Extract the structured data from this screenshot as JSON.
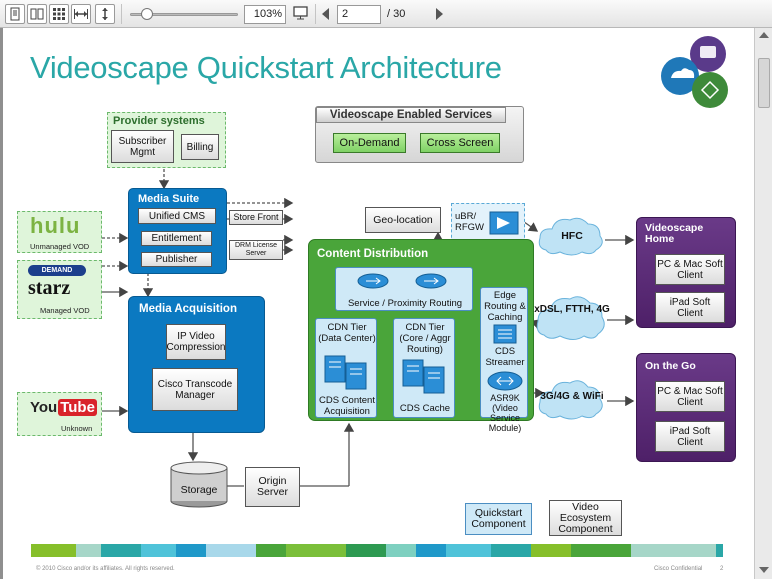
{
  "toolbar": {
    "zoom_value": "103%",
    "page_value": "2",
    "page_total": "/ 30"
  },
  "slide": {
    "title": "Videoscape Quickstart Architecture",
    "provider_systems": {
      "title": "Provider systems",
      "subscriber_mgmt": "Subscriber Mgmt",
      "billing": "Billing"
    },
    "enabled_services": {
      "title": "Videoscape Enabled Services",
      "on_demand": "On-Demand",
      "cross_screen": "Cross Screen"
    },
    "media_suite": {
      "title": "Media Suite",
      "unified_cms": "Unified CMS",
      "entitlement": "Entitlement",
      "publisher": "Publisher"
    },
    "store_front": "Store Front",
    "drm_license_server": "DRM License Server",
    "hulu": {
      "logo": "hulu",
      "caption": "Unmanaged VOD"
    },
    "starz": {
      "badge": "DEMAND",
      "logo": "starz",
      "caption": "Managed VOD"
    },
    "youtube": {
      "logo_you": "You",
      "logo_tube": "Tube",
      "caption": "Unknown"
    },
    "media_acquisition": {
      "title": "Media Acquisition",
      "ip_video_compression": "IP Video Compression",
      "transcode_manager": "Cisco Transcode Manager"
    },
    "storage": "Storage",
    "origin_server": "Origin Server",
    "geo_location": "Geo-location",
    "ubr_rfgw": "uBR/ RFGW",
    "content_distribution": {
      "title": "Content Distribution",
      "service_routing": "Service / Proximity Routing",
      "cdn_tier_dc": "CDN Tier (Data Center)",
      "cds_content_acquisition": "CDS Content Acquisition",
      "cdn_tier_core": "CDN Tier (Core / Aggr Routing)",
      "cds_cache": "CDS Cache",
      "edge_routing": "Edge Routing & Caching",
      "cds_streamer": "CDS Streamer",
      "asr9k": "ASR9K (Video Service Module)"
    },
    "clouds": {
      "hfc": "HFC",
      "xdsl": "xDSL, FTTH, 4G",
      "g3g4": "3G/4G & WiFi"
    },
    "home": {
      "title": "Videoscape Home",
      "pc_mac": "PC & Mac Soft Client",
      "ipad": "iPad Soft Client"
    },
    "on_the_go": {
      "title": "On the Go",
      "pc_mac": "PC & Mac Soft Client",
      "ipad": "iPad Soft Client"
    },
    "legend": {
      "quickstart": "Quickstart Component",
      "ecosystem": "Video Ecosystem Component"
    },
    "footer": {
      "copyright": "© 2010 Cisco and/or its affiliates. All rights reserved.",
      "confidential": "Cisco Confidential",
      "page": "2"
    },
    "colors": {
      "title_teal": "#2aa7a7",
      "panel_blue": "#0b79c1",
      "panel_purple": "#5a2a78",
      "cd_green": "#4aa53a"
    }
  }
}
